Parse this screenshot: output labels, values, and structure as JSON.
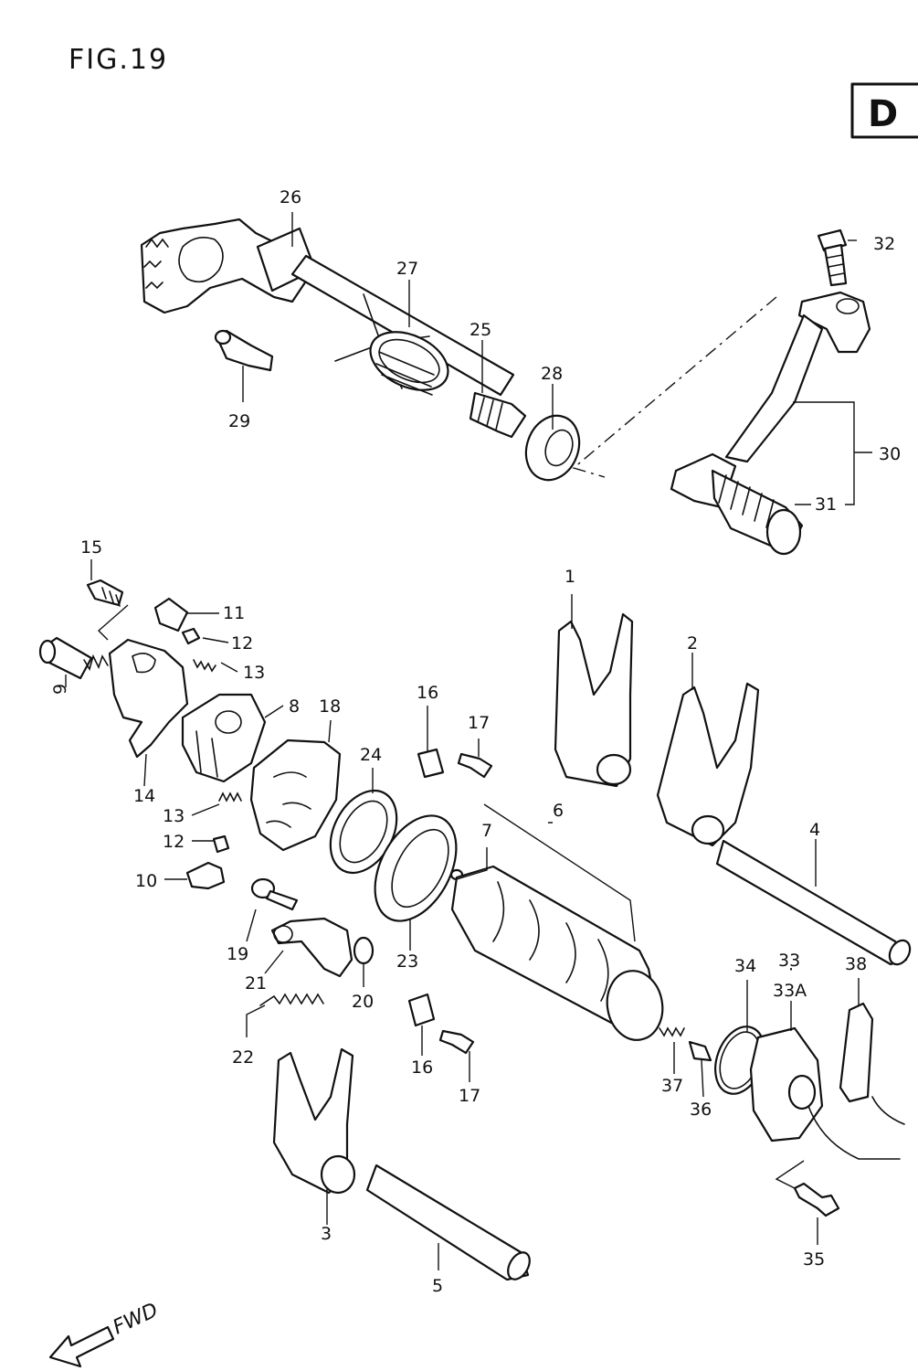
{
  "figure_title": "FIG.19",
  "section_badge": "D",
  "direction_label": "FWD",
  "callouts": {
    "p1": "1",
    "p2": "2",
    "p3": "3",
    "p4": "4",
    "p5": "5",
    "p6": "6",
    "p7": "7",
    "p8": "8",
    "p9": "9",
    "p10": "10",
    "p11": "11",
    "p12a": "12",
    "p12b": "12",
    "p13a": "13",
    "p13b": "13",
    "p14": "14",
    "p15": "15",
    "p16a": "16",
    "p16b": "16",
    "p17a": "17",
    "p17b": "17",
    "p18": "18",
    "p19": "19",
    "p20": "20",
    "p21": "21",
    "p22": "22",
    "p23": "23",
    "p24": "24",
    "p25": "25",
    "p26": "26",
    "p27": "27",
    "p28": "28",
    "p29": "29",
    "p30": "30",
    "p31": "31",
    "p32": "32",
    "p33": "33",
    "p33a": "33A",
    "p34": "34",
    "p35": "35",
    "p36": "36",
    "p37": "37",
    "p38": "38"
  }
}
